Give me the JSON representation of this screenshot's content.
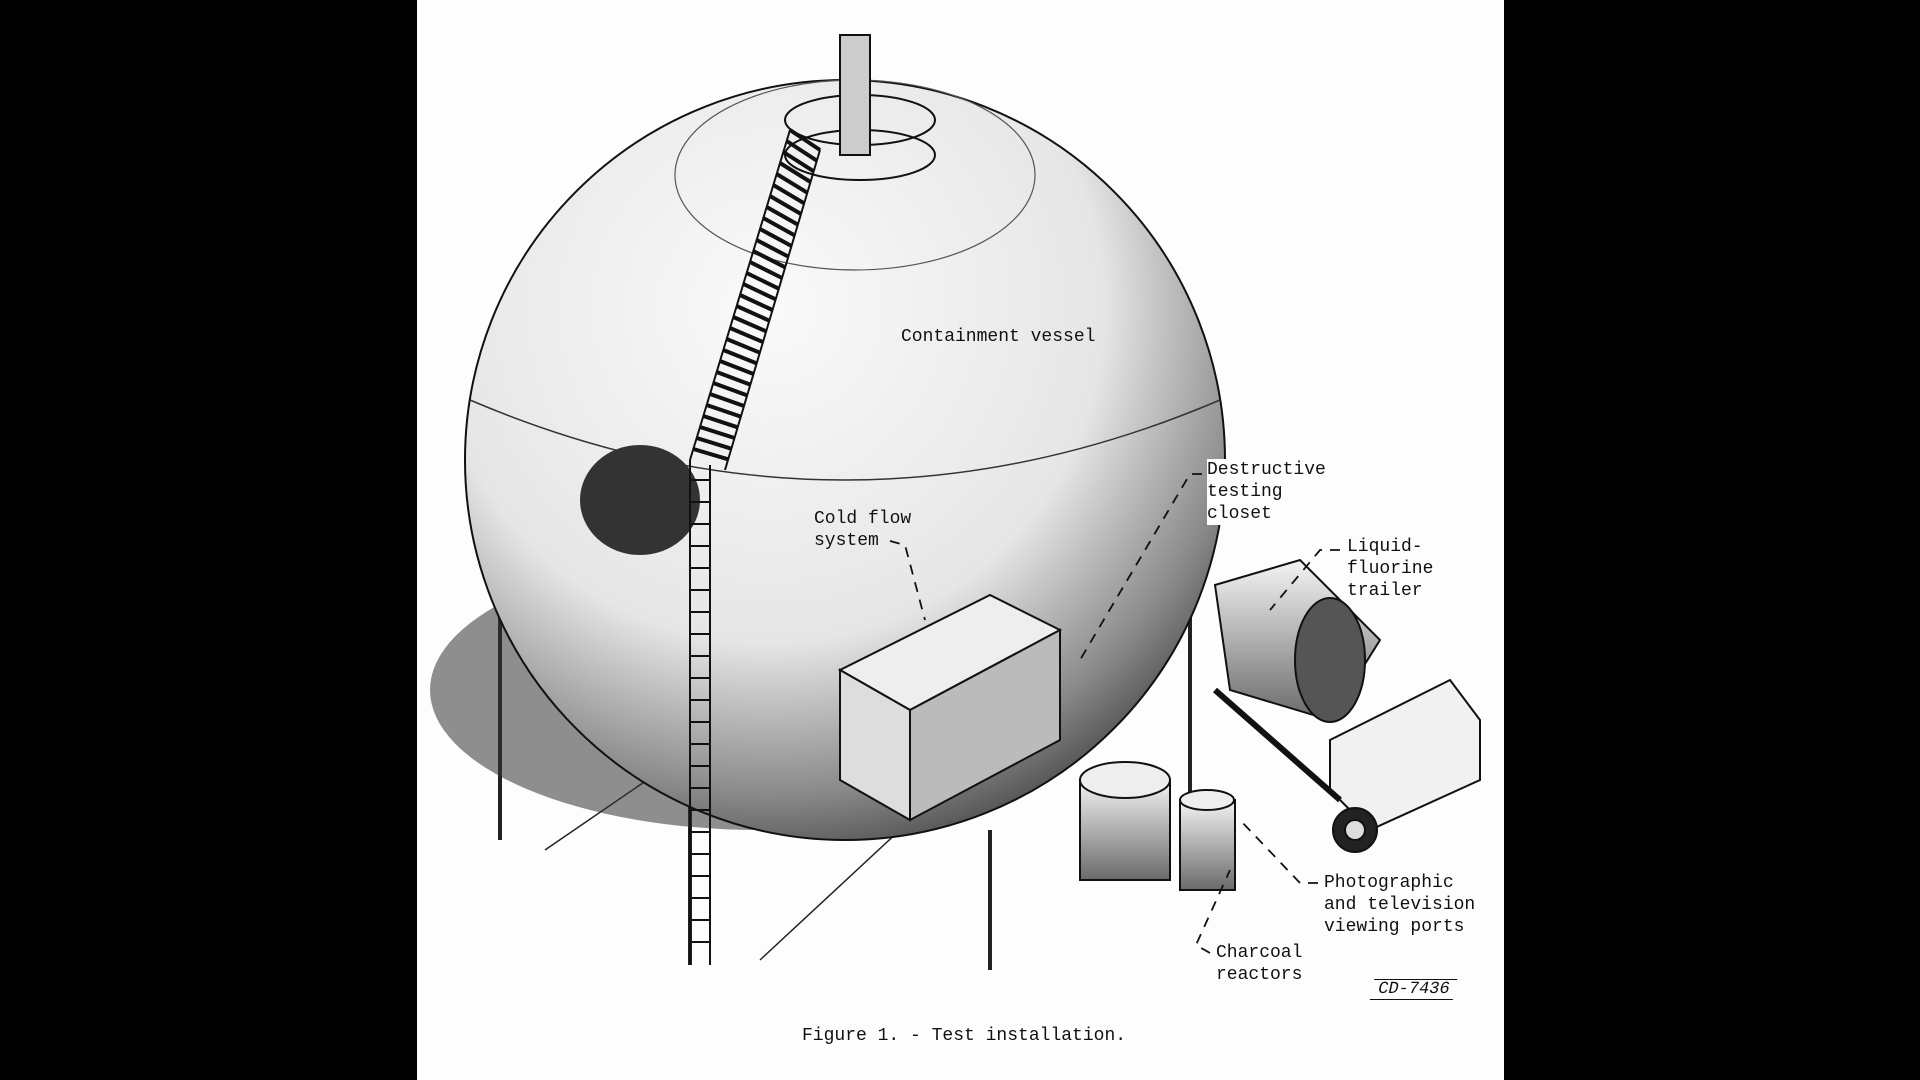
{
  "figure": {
    "caption": "Figure 1. - Test installation.",
    "drawing_number": "CD-7436",
    "labels": {
      "containment_vessel": "Containment vessel",
      "cold_flow": [
        "Cold flow",
        "system"
      ],
      "destructive": [
        "Destructive",
        "testing",
        "closet"
      ],
      "liquid_fluorine": [
        "Liquid-",
        "fluorine",
        "trailer"
      ],
      "photographic": [
        "Photographic",
        "and television",
        "viewing ports"
      ],
      "charcoal": [
        "Charcoal",
        "reactors"
      ]
    }
  }
}
